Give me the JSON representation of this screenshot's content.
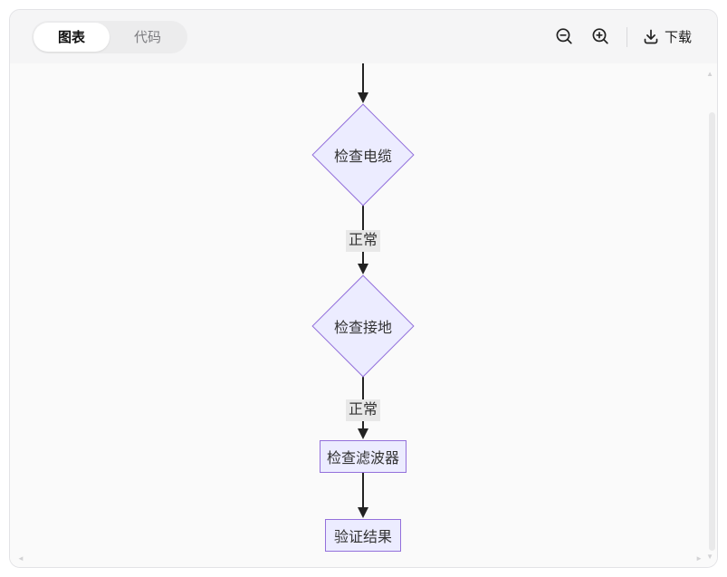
{
  "toolbar": {
    "tabs": [
      {
        "label": "图表",
        "active": true
      },
      {
        "label": "代码",
        "active": false
      }
    ],
    "actions": {
      "zoom_out_icon": "magnifier-minus",
      "zoom_in_icon": "magnifier-plus",
      "download_icon": "download-tray-arrow",
      "download_label": "下载"
    }
  },
  "colors": {
    "node_fill": "#ECECFF",
    "node_border": "#9370DB",
    "node_text": "#333333",
    "edge_line": "#222222",
    "edge_label_bg": "#e8e8e8",
    "toolbar_bg": "#f5f5f6",
    "canvas_bg": "#fafafa"
  },
  "diagram": {
    "type": "flowchart-vertical",
    "nodes": [
      {
        "id": "n1",
        "label": "检查电缆",
        "shape": "diamond"
      },
      {
        "id": "n2",
        "label": "检查接地",
        "shape": "diamond"
      },
      {
        "id": "n3",
        "label": "检查滤波器",
        "shape": "rect"
      },
      {
        "id": "n4",
        "label": "验证结果",
        "shape": "rect"
      }
    ],
    "edges": [
      {
        "from": "offscreen-top",
        "to": "n1",
        "label": ""
      },
      {
        "from": "n1",
        "to": "n2",
        "label": "正常"
      },
      {
        "from": "n2",
        "to": "n3",
        "label": "正常"
      },
      {
        "from": "n3",
        "to": "n4",
        "label": ""
      }
    ]
  }
}
